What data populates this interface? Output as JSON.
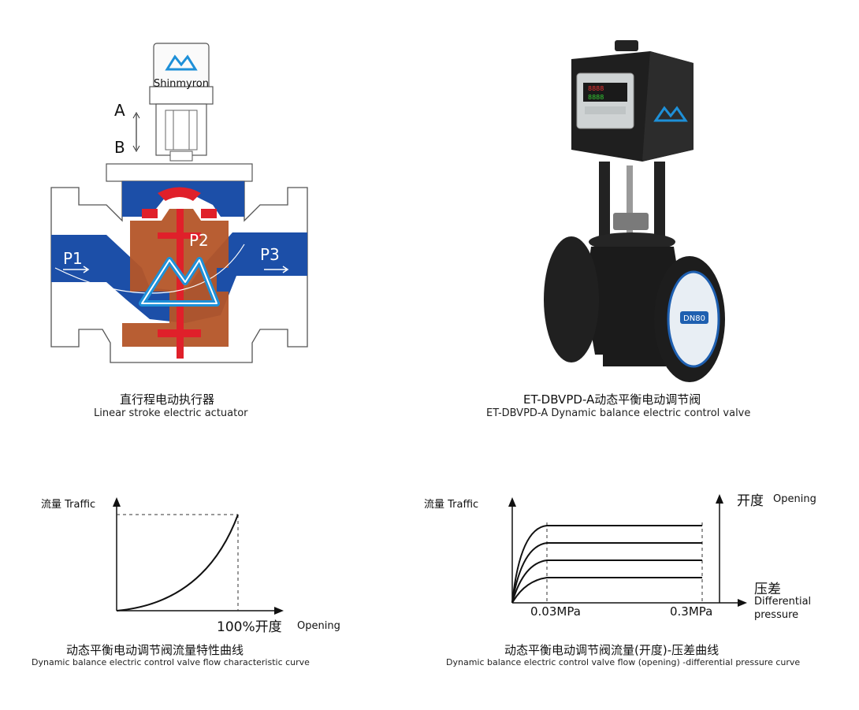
{
  "top_left": {
    "brand": "Shinmyron",
    "label_a": "A",
    "label_b": "B",
    "label_p1": "P1",
    "label_p2": "P2",
    "label_p3": "P3",
    "caption_cn": "直行程电动执行器",
    "caption_en": "Linear stroke electric actuator"
  },
  "top_right": {
    "display_readout_1": "8888",
    "display_readout_2": "8888",
    "flange_mark": "DN80",
    "caption_cn": "ET-DBVPD-A动态平衡电动调节阀",
    "caption_en": "ET-DBVPD-A Dynamic balance electric control valve"
  },
  "bottom_left": {
    "y_label": "流量 Traffic",
    "x_label_cn": "100%开度",
    "x_label_en": "Opening",
    "caption_cn": "动态平衡电动调节阀流量特性曲线",
    "caption_en": "Dynamic balance electric control valve flow characteristic curve"
  },
  "bottom_right": {
    "y_label_left": "流量 Traffic",
    "y_label_right_cn": "开度",
    "y_label_right_en": "Opening",
    "x_label_cn": "压差",
    "x_label_en_1": "Differential",
    "x_label_en_2": "pressure",
    "tick_1": "0.03MPa",
    "tick_2": "0.3MPa",
    "caption_cn": "动态平衡电动调节阀流量(开度)-压差曲线",
    "caption_en": "Dynamic balance electric control valve flow (opening) -differential pressure curve"
  },
  "colors": {
    "flow_blue": "#1c4fa8",
    "valve_rust": "#b45528",
    "stem_red": "#e0202a",
    "logo_blue": "#1e90d8",
    "actuator_grey": "#8a8a8a",
    "body_dark": "#1b1b1b"
  },
  "icons": [
    "shinmyron-logo-icon",
    "flow-arrow-icon"
  ]
}
